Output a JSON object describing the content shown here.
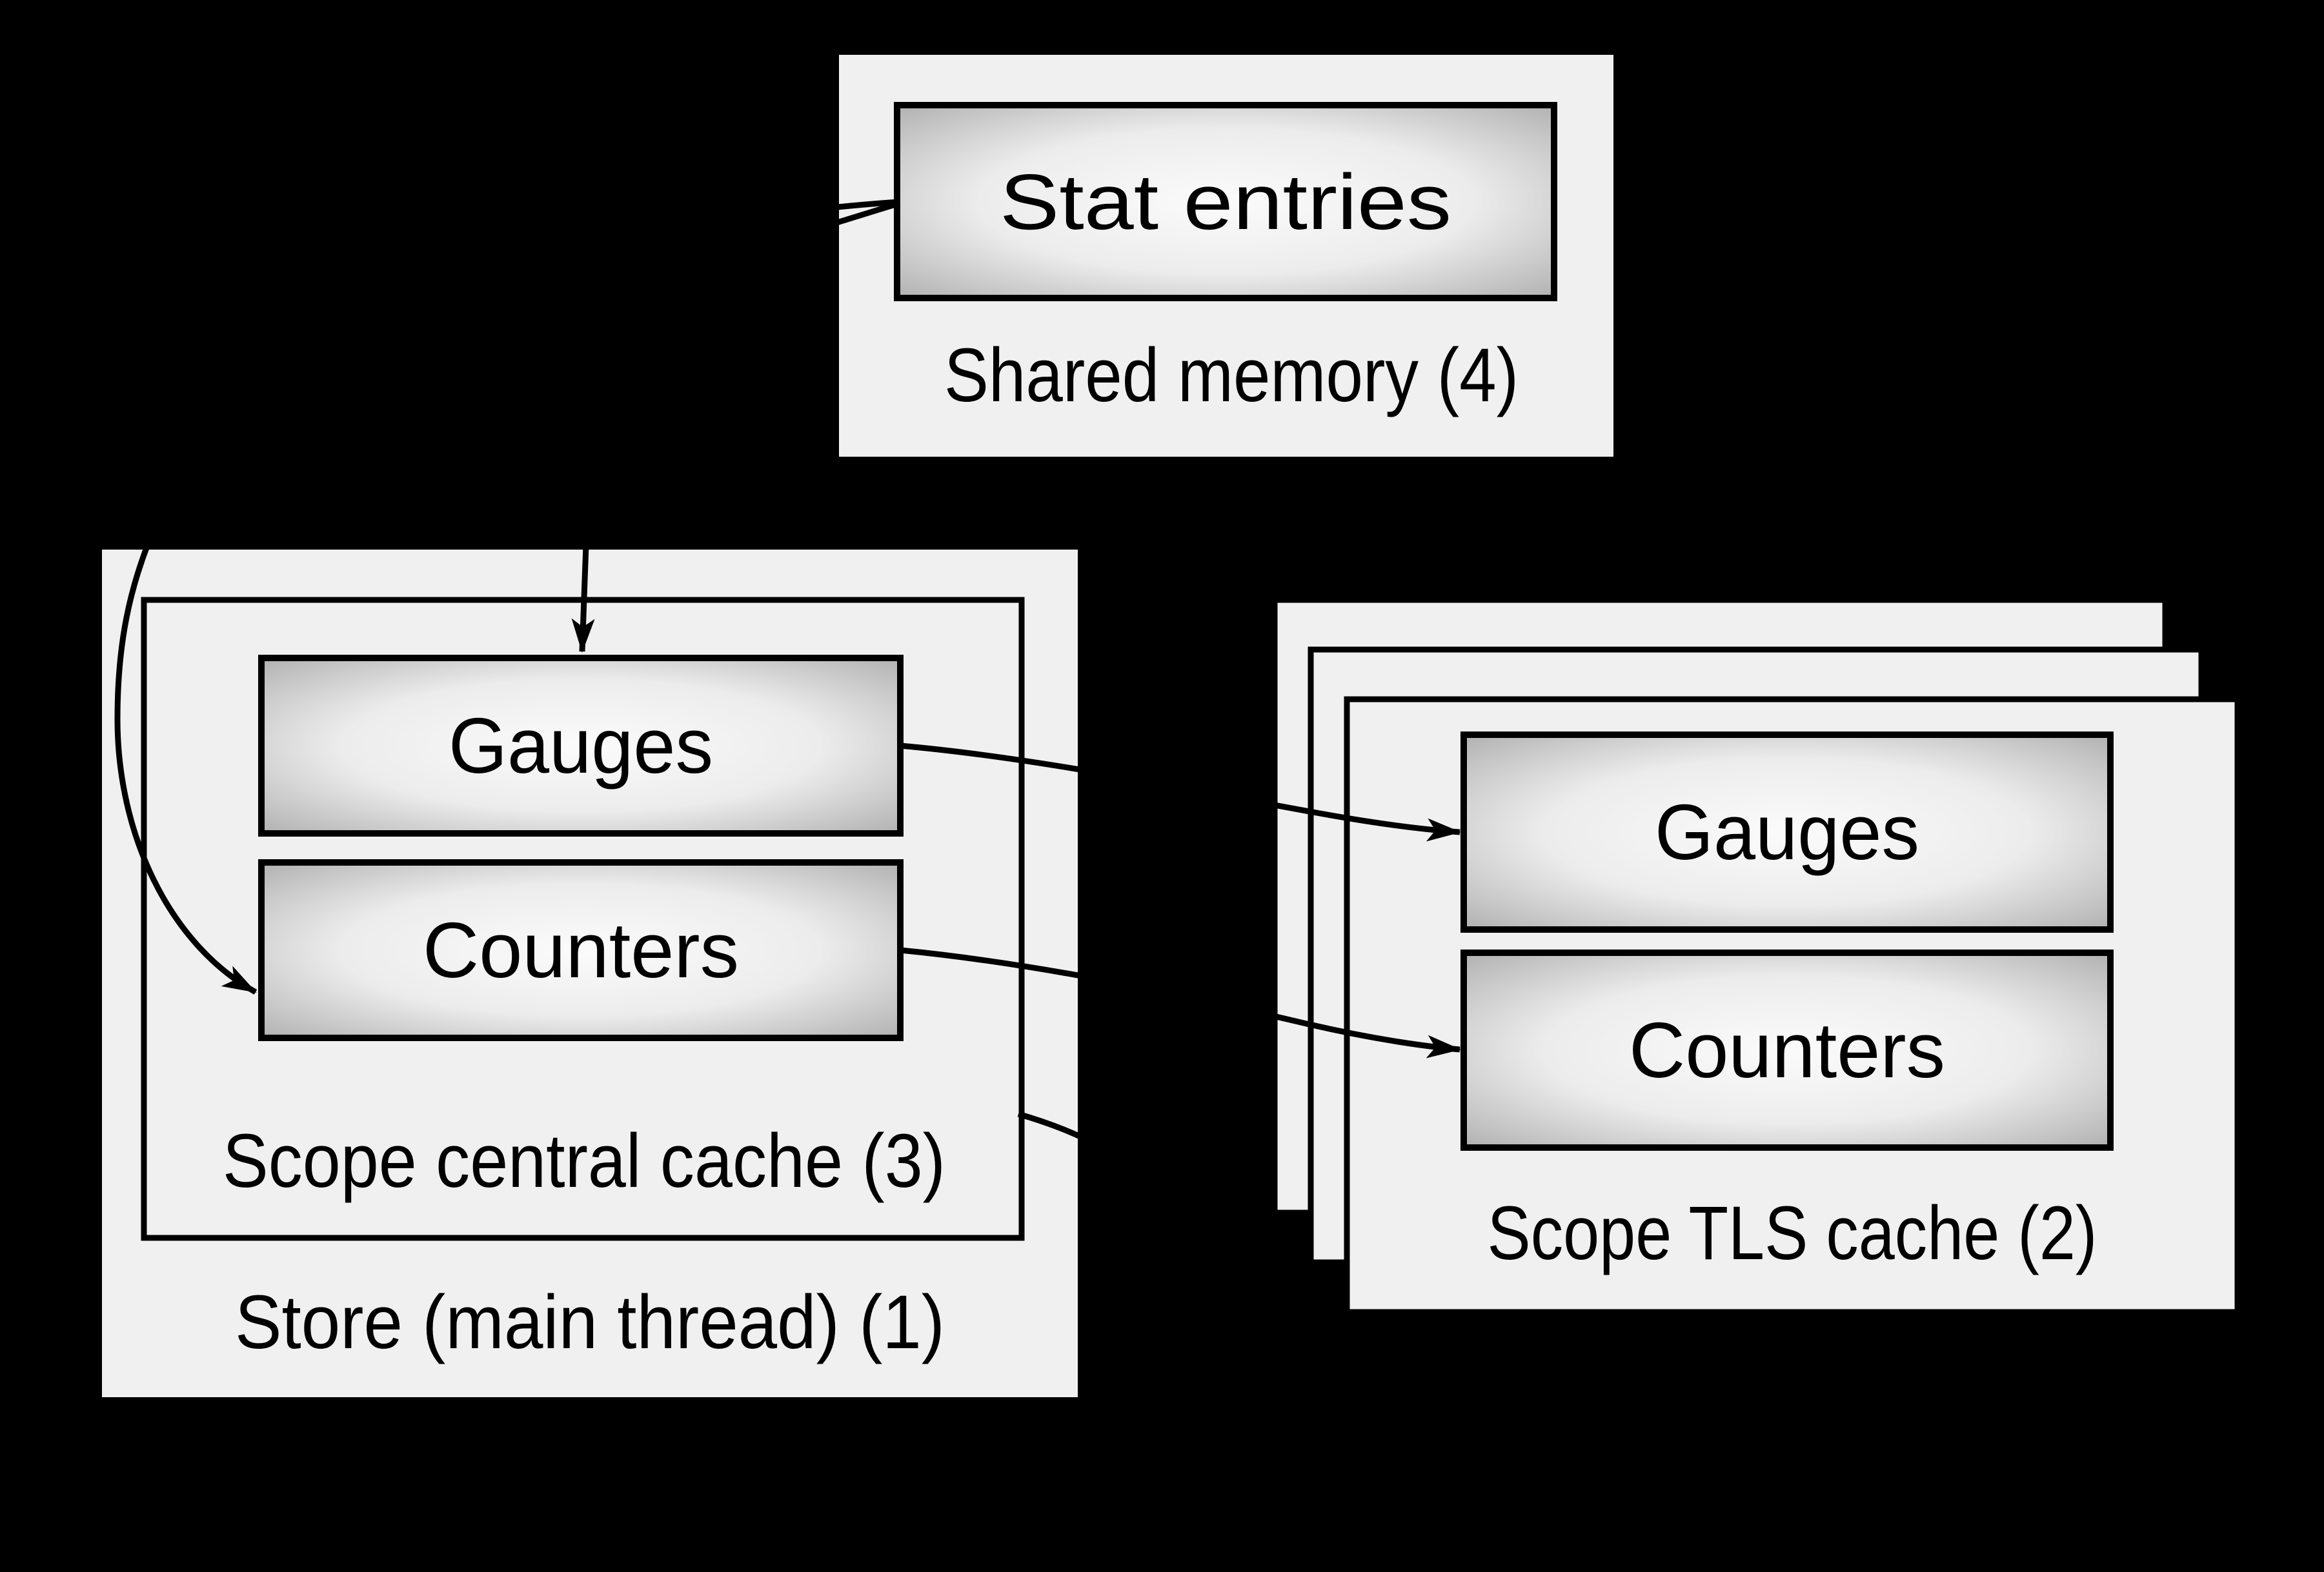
{
  "diagram": {
    "colors": {
      "background": "#000000",
      "panel_fill": "#f0f0f0",
      "border": "#000000",
      "gradient_center": "#fbfbfb",
      "gradient_mid": "#ececec",
      "gradient_edge": "#a9a9a9",
      "arrow": "#000000",
      "text": "#000000"
    },
    "shared_memory": {
      "label": "Shared memory (4)",
      "stat_entries": "Stat entries"
    },
    "store": {
      "label": "Store (main thread) (1)"
    },
    "central_cache": {
      "label": "Scope central cache (3)",
      "gauges": "Gauges",
      "counters": "Counters"
    },
    "tls_cache": {
      "label": "Scope TLS cache (2)",
      "gauges": "Gauges",
      "counters": "Counters",
      "stack_count": 3
    },
    "arrows": [
      {
        "id": "into-central-gauges"
      },
      {
        "id": "into-central-counters"
      },
      {
        "id": "central-gauges-to-tls-gauges"
      },
      {
        "id": "central-counters-to-tls-counters"
      },
      {
        "id": "central-cache-outbound"
      },
      {
        "id": "into-stat-entries-upper"
      },
      {
        "id": "into-stat-entries-lower"
      }
    ]
  }
}
